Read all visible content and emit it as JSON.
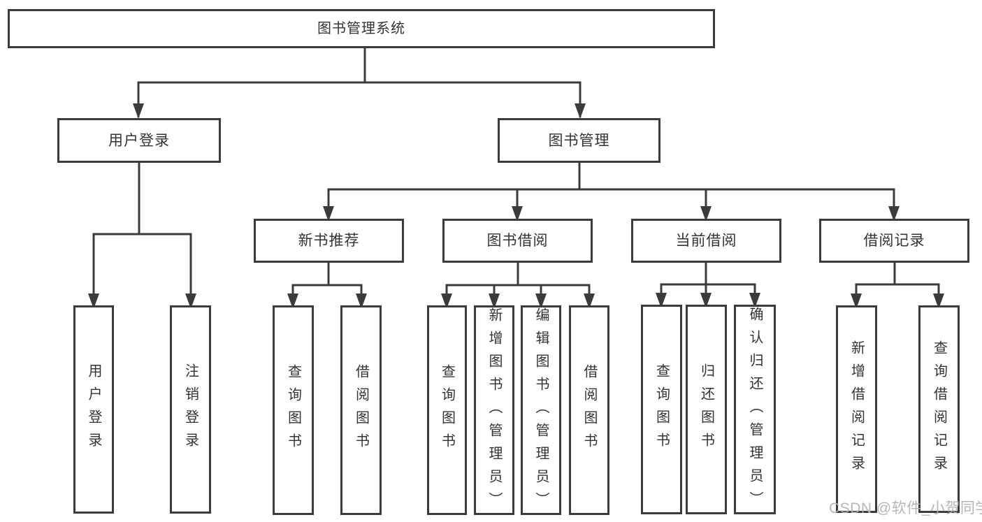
{
  "diagram": {
    "type": "hierarchy",
    "root": {
      "label": "图书管理系统"
    },
    "level2": [
      {
        "label": "用户登录"
      },
      {
        "label": "图书管理"
      }
    ],
    "level3": [
      {
        "label": "新书推荐"
      },
      {
        "label": "图书借阅"
      },
      {
        "label": "当前借阅"
      },
      {
        "label": "借阅记录"
      }
    ],
    "leaves": {
      "user_login": [
        {
          "label": "用户登录"
        },
        {
          "label": "注销登录"
        }
      ],
      "new_book_recommendation": [
        {
          "label": "查询图书"
        },
        {
          "label": "借阅图书"
        }
      ],
      "book_borrowing": [
        {
          "label": "查询图书"
        },
        {
          "label": "新增图书（管理员）"
        },
        {
          "label": "编辑图书（管理员）"
        },
        {
          "label": "借阅图书"
        }
      ],
      "current_borrowing": [
        {
          "label": "查询图书"
        },
        {
          "label": "归还图书"
        },
        {
          "label": "确认归还（管理员）"
        }
      ],
      "borrowing_records": [
        {
          "label": "新增借阅记录"
        },
        {
          "label": "查询借阅记录"
        }
      ]
    }
  },
  "colors": {
    "line": "#3b3b3b",
    "box_border": "#3b3b3b",
    "text": "#333333",
    "watermark": "#b2b2b2"
  },
  "watermark": {
    "text": "CSDN @软件_小贺同学"
  }
}
